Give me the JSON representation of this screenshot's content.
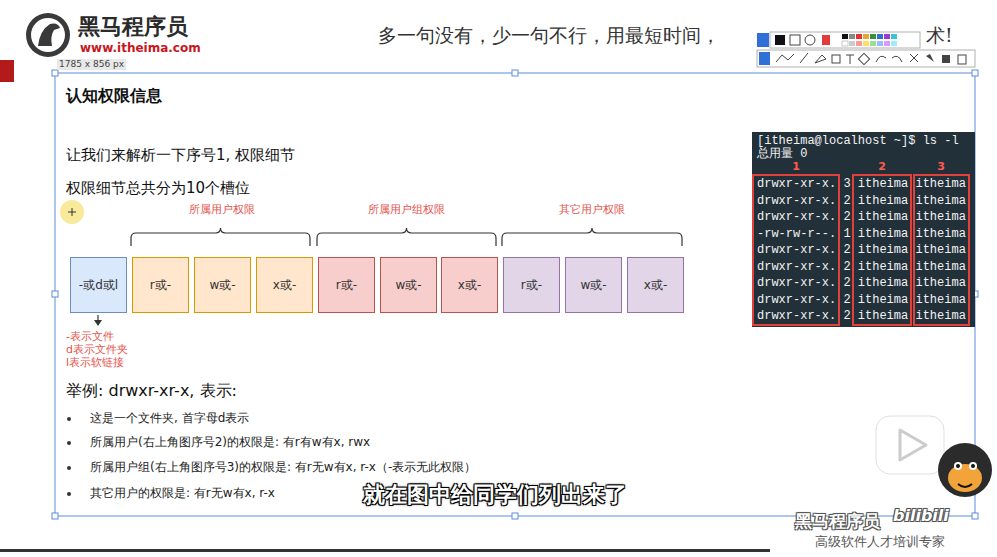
{
  "diagram": {
    "title": "认知权限信息",
    "nodes": [
      {
        "text": [
          "-或d或l"
        ]
      },
      {
        "text": [
          "r或-"
        ]
      },
      {
        "text": [
          "w或-"
        ]
      },
      {
        "text": [
          "x或-"
        ]
      },
      {
        "text": [
          "r或-"
        ]
      },
      {
        "text": [
          "w或-"
        ]
      },
      {
        "text": [
          "x或-"
        ]
      },
      {
        "text": [
          "r或-"
        ]
      },
      {
        "text": [
          "w或-"
        ]
      },
      {
        "text": [
          "x或-"
        ]
      }
    ],
    "labels": [
      "黑马程序员",
      "www.itheima.com",
      "多一句没有，少一句不行，用最短时间，",
      "术!",
      "1785 x 856 px",
      "让我们来解析一下序号1, 权限细节",
      "权限细节总共分为10个槽位",
      "所属用户权限",
      "所属用户组权限",
      "其它用户权限",
      "-表示文件",
      "d表示文件夹",
      "l表示软链接",
      "举例: drwxr-xr-x, 表示:",
      "这是一个文件夹, 首字母d表示",
      "所属用户(右上角图序号2)的权限是: 有r有w有x, rwx",
      "所属用户组(右上角图序号3)的权限是: 有r无w有x, r-x（-表示无此权限）",
      "其它用户的权限是: 有r无w有x, r-x",
      "[itheima@localhost ~]$ ls -l",
      "总用量 0",
      "1",
      "2",
      "3",
      "drwxr-xr-x. 3 itheima itheima",
      "drwxr-xr-x. 2 itheima itheima",
      "drwxr-xr-x. 2 itheima itheima",
      "-rw-rw-r--. 1 itheima itheima",
      "drwxr-xr-x. 2 itheima itheima",
      "drwxr-xr-x. 2 itheima itheima",
      "drwxr-xr-x. 2 itheima itheima",
      "drwxr-xr-x. 2 itheima itheima",
      "drwxr-xr-x. 2 itheima itheima",
      "就在图中给同学们列出来了",
      "黑马程序员",
      "bilibili",
      "高级软件人才培训专家"
    ]
  }
}
